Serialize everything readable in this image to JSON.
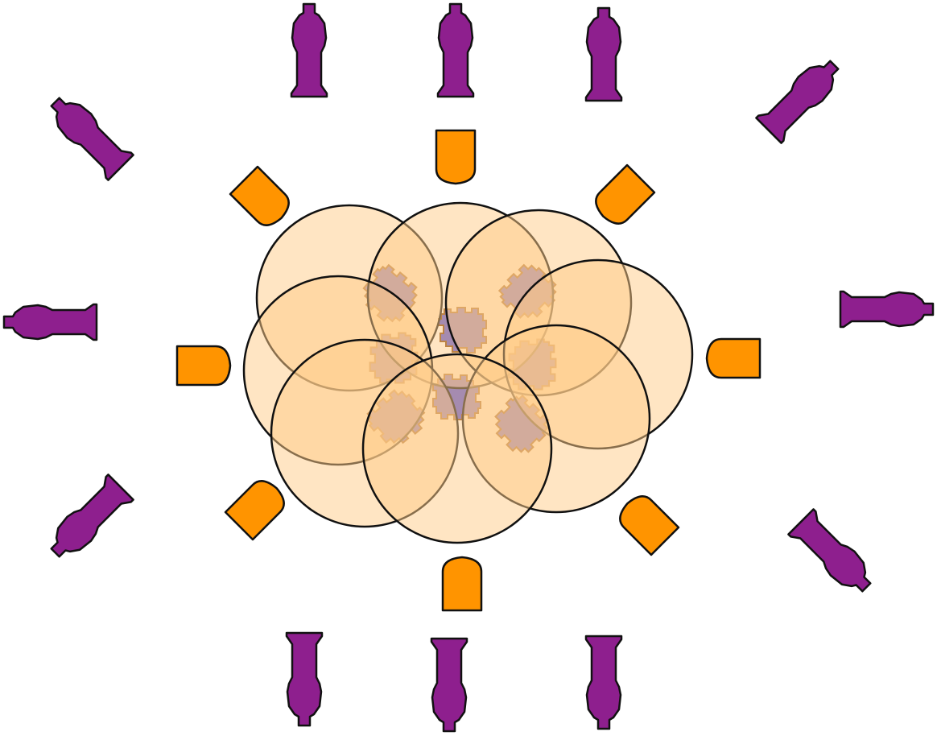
{
  "diagram": {
    "colors": {
      "background": "#ffffff",
      "outer_bottle": "#8e1f8e",
      "inner_cup": "#ff9400",
      "coverage_circle": "#ffcc88",
      "center_tile": "#4a4ad8",
      "outline": "#111111"
    },
    "outer_bottles": {
      "icon": "purple-bottle-icon",
      "count": 12
    },
    "inner_cups": {
      "icon": "orange-cup-icon",
      "count": 8
    },
    "coverage_circles": {
      "count": 8
    },
    "center_tiles": {
      "icon": "blue-tile-icon",
      "count": 8
    }
  }
}
